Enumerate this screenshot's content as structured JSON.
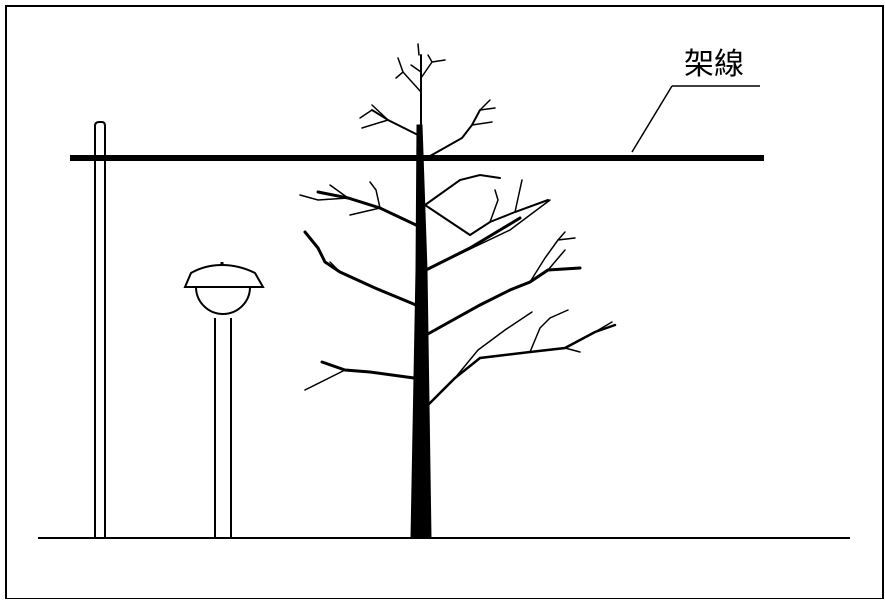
{
  "diagram": {
    "callout_label": "架線",
    "colors": {
      "line": "#000000",
      "background": "#ffffff"
    },
    "components": [
      "utility-pole",
      "street-lamp",
      "overhead-wire",
      "tree",
      "ground-line",
      "frame"
    ]
  }
}
